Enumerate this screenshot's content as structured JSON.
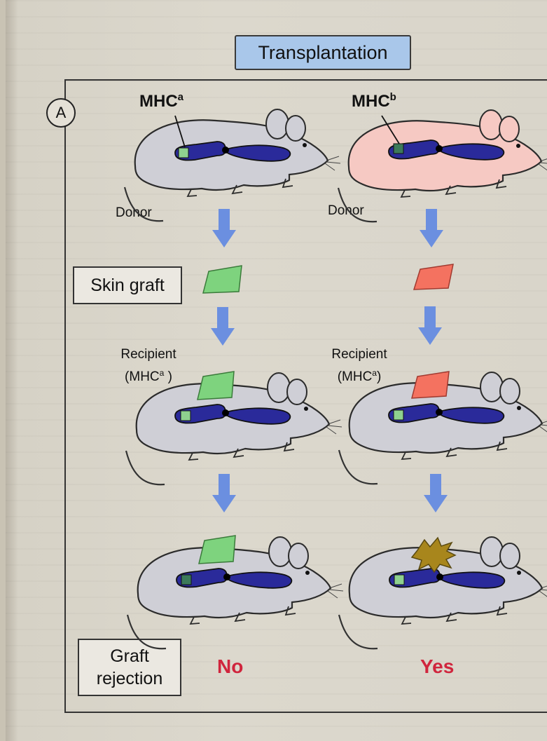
{
  "title": "Transplantation",
  "panel_label": "A",
  "donors": [
    {
      "mhc_base": "MHC",
      "mhc_sup": "a",
      "label": "Donor",
      "mouse_color": "#cfcfd6",
      "graft_color": "#7ed37e"
    },
    {
      "mhc_base": "MHC",
      "mhc_sup": "b",
      "label": "Donor",
      "mouse_color": "#f6c9c3",
      "graft_color": "#f47260"
    }
  ],
  "skin_graft_label": "Skin graft",
  "recipients": [
    {
      "label": "Recipient",
      "mhc_open": "(MHC",
      "mhc_sup": "a",
      "mhc_close": " )"
    },
    {
      "label": "Recipient",
      "mhc_open": "(MHC",
      "mhc_sup": "a",
      "mhc_close": ")"
    }
  ],
  "graft_rejection_label_line1": "Graft",
  "graft_rejection_label_line2": "rejection",
  "outcomes": {
    "left": "No",
    "right": "Yes"
  },
  "colors": {
    "arrow": "#6b8fe0",
    "chromosome": "#2a2a9a",
    "mhc_band_a": "#8fd18f",
    "mhc_band_b": "#3c7a5a",
    "rejected_graft": "#a8861c",
    "result_text": "#d0253d",
    "title_box": "#a9c7ea"
  }
}
